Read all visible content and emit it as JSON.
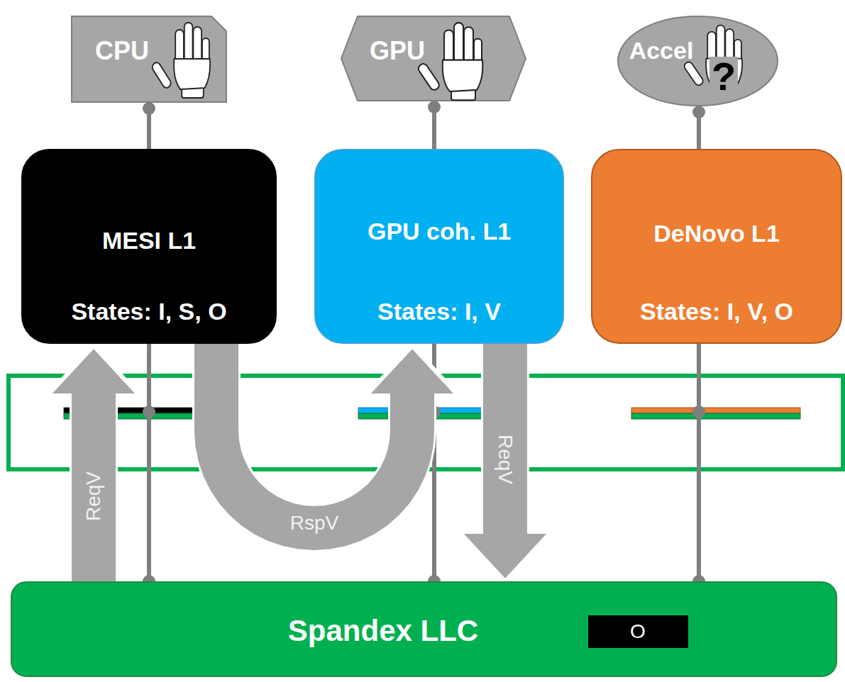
{
  "diagram": {
    "nodes": [
      {
        "text": [
          "CPU"
        ]
      },
      {
        "text": [
          "GPU"
        ]
      },
      {
        "text": [
          "Accel",
          "?"
        ]
      },
      {
        "text": [
          "MESI L1",
          "States: I, S, O"
        ]
      },
      {
        "text": [
          "GPU coh. L1",
          "States: I, V"
        ]
      },
      {
        "text": [
          "DeNovo L1",
          "States: I, V, O"
        ]
      },
      {
        "text": [
          "Spandex LLC"
        ]
      },
      {
        "text": [
          "O"
        ],
        "in": 6
      }
    ],
    "edges": [
      {
        "from": 0,
        "to": 3,
        "arrow": "none"
      },
      {
        "from": 1,
        "to": 4,
        "arrow": "none"
      },
      {
        "from": 2,
        "to": 5,
        "arrow": "none"
      },
      {
        "from": 3,
        "to": 6,
        "arrow": "none"
      },
      {
        "from": 4,
        "to": 6,
        "arrow": "none"
      },
      {
        "from": 5,
        "to": 6,
        "arrow": "none"
      },
      {
        "from": 6,
        "to": 3,
        "arrow": "to",
        "label": "ReqV"
      },
      {
        "from": 3,
        "to": 4,
        "arrow": "to",
        "label": "RspV"
      },
      {
        "from": 4,
        "to": 6,
        "arrow": "to",
        "label": "ReqV"
      }
    ]
  }
}
